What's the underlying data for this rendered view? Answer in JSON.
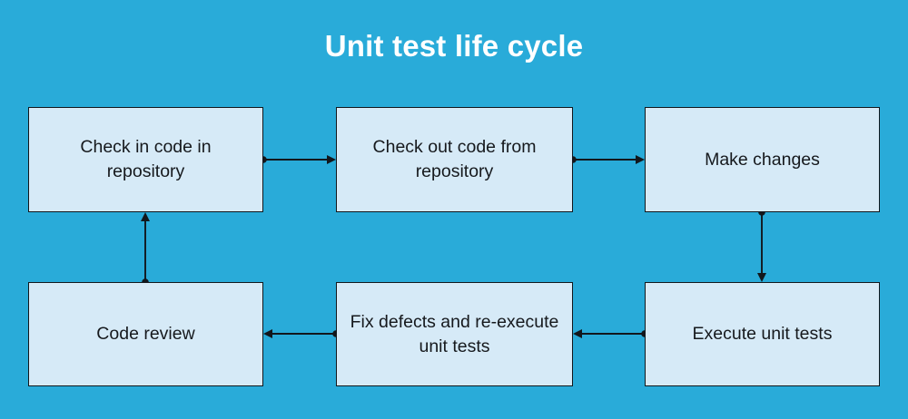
{
  "diagram": {
    "title": "Unit test life cycle",
    "type": "flowchart",
    "background_color": "#29abd9",
    "node_fill_color": "#d6eaf7",
    "node_border_color": "#12171c",
    "title_color": "#ffffff",
    "nodes": [
      {
        "id": "checkin",
        "label": "Check in code in repository",
        "row": 1,
        "col": 1
      },
      {
        "id": "checkout",
        "label": "Check out code from repository",
        "row": 1,
        "col": 2
      },
      {
        "id": "changes",
        "label": "Make changes",
        "row": 1,
        "col": 3
      },
      {
        "id": "review",
        "label": "Code review",
        "row": 2,
        "col": 1
      },
      {
        "id": "fix",
        "label": "Fix defects and re-execute unit tests",
        "row": 2,
        "col": 2
      },
      {
        "id": "execute",
        "label": "Execute unit tests",
        "row": 2,
        "col": 3
      }
    ],
    "edges": [
      {
        "id": "checkin-to-checkout",
        "from": "checkin",
        "to": "checkout",
        "direction": "right"
      },
      {
        "id": "checkout-to-changes",
        "from": "checkout",
        "to": "changes",
        "direction": "right"
      },
      {
        "id": "changes-to-execute",
        "from": "changes",
        "to": "execute",
        "direction": "down"
      },
      {
        "id": "execute-to-fix",
        "from": "execute",
        "to": "fix",
        "direction": "left"
      },
      {
        "id": "fix-to-review",
        "from": "fix",
        "to": "review",
        "direction": "left"
      },
      {
        "id": "review-to-checkin",
        "from": "review",
        "to": "checkin",
        "direction": "up"
      }
    ]
  }
}
